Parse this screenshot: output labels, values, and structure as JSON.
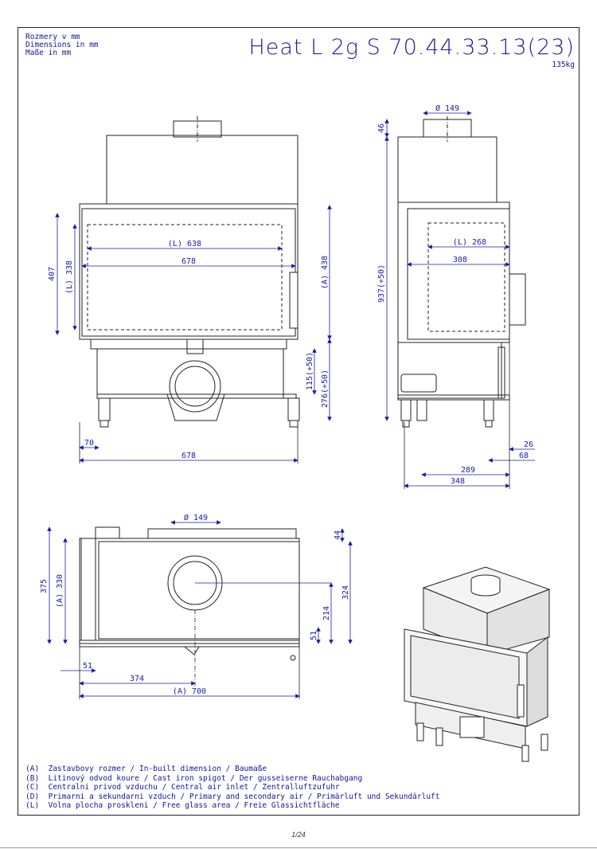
{
  "header": {
    "units_cs": "Rozmery v mm",
    "units_en": "Dimensions in mm",
    "units_de": "Maße in mm",
    "title": "Heat L 2g S 70.44.33.13(23)",
    "weight": "135kg"
  },
  "dimensions": {
    "front": {
      "glass_width": "(L) 638",
      "width_678_inner": "678",
      "height_407": "407",
      "glass_height": "(L) 338",
      "height_a": "(A) 438",
      "air_115": "115(+50)",
      "leg_276": "276(+50)",
      "offset_70": "70",
      "width_678_bottom": "678"
    },
    "side": {
      "flue_diameter": "Ø 149",
      "top_46": "46",
      "total_height": "937(+50)",
      "glass_depth": "(L) 268",
      "depth_308": "308",
      "leg_26": "26",
      "leg_68": "68",
      "depth_289": "289",
      "depth_348": "348"
    },
    "top": {
      "flue_diameter": "Ø 149",
      "top_44": "44",
      "depth_375": "375",
      "depth_a": "(A) 330",
      "depth_324": "324",
      "depth_214": "214",
      "depth_51_right": "51",
      "offset_51_left": "51",
      "center_374": "374",
      "width_a": "(A) 700"
    }
  },
  "legend": [
    "(A)  Zastavbovy rozmer / In-built dimension / Baumaße",
    "(B)  Litinový odvod koure / Cast iron spigot / Der gusseiserne Rauchabgang",
    "(C)  Centralni privod vzduchu / Central air inlet / Zentralluftzufuhr",
    "(D)  Primarni a sekundarni vzduch / Primary and secondary air / Primärluft und Sekundärluft",
    "(L)  Volna plocha proskleni / Free glass area / Freie Glassichtfläche"
  ],
  "footer": {
    "page": "1/24"
  },
  "colors": {
    "dimension": "#1a1aa8",
    "outline": "#222222"
  }
}
